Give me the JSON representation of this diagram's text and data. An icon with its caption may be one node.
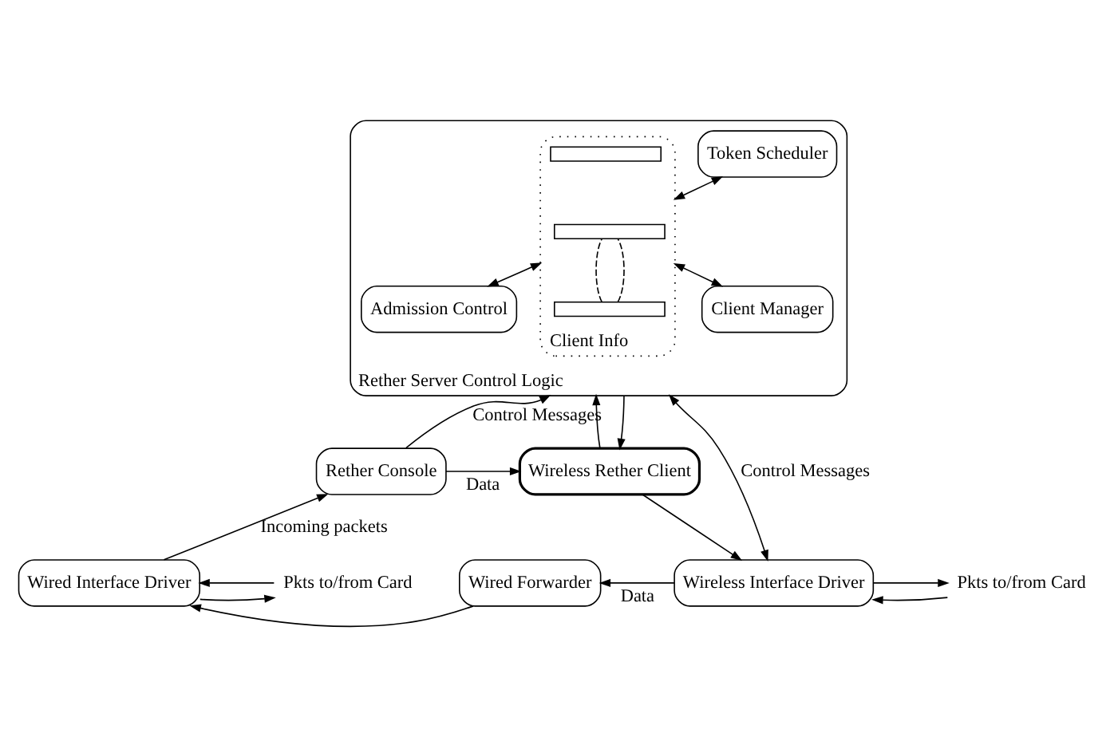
{
  "diagram": {
    "nodes": [
      {
        "text": [
          "Rether Server Control Logic"
        ]
      },
      {
        "text": [
          "Token Scheduler"
        ],
        "in": 0
      },
      {
        "text": [
          "Client Manager"
        ],
        "in": 0
      },
      {
        "text": [
          "Admission Control"
        ],
        "in": 0
      },
      {
        "text": [
          "Client Info"
        ],
        "in": 0
      },
      {
        "text": [],
        "shape": "bar",
        "in": 4
      },
      {
        "text": [],
        "shape": "bar",
        "in": 4
      },
      {
        "text": [],
        "shape": "bar",
        "in": 4
      },
      {
        "text": [
          "Rether Console"
        ]
      },
      {
        "text": [
          "Wireless Rether Client"
        ]
      },
      {
        "text": [
          "Wired Interface Driver"
        ]
      },
      {
        "text": [
          "Wired Forwarder"
        ]
      },
      {
        "text": [
          "Wireless Interface Driver"
        ]
      },
      {
        "text": [
          "Pkts to/from Card"
        ]
      },
      {
        "text": [
          "Pkts to/from Card"
        ]
      }
    ],
    "edges": [
      {
        "from": 2,
        "to": 4,
        "arrow": "both"
      },
      {
        "from": 3,
        "to": 4,
        "arrow": "both"
      },
      {
        "from": 4,
        "to": 1,
        "arrow": "both"
      },
      {
        "from": 6,
        "to": 7,
        "arrow": "none",
        "style": "dashed"
      },
      {
        "from": 6,
        "to": 7,
        "arrow": "none",
        "style": "dashed"
      },
      {
        "from": 8,
        "to": 0,
        "arrow": "to",
        "label": "Control Messages"
      },
      {
        "from": 9,
        "to": 0,
        "arrow": "to"
      },
      {
        "from": 0,
        "to": 9,
        "arrow": "to"
      },
      {
        "from": 8,
        "to": 9,
        "arrow": "to",
        "label": "Data"
      },
      {
        "from": 12,
        "to": 0,
        "arrow": "both",
        "label": "Control Messages"
      },
      {
        "from": 9,
        "to": 12,
        "arrow": "to"
      },
      {
        "from": 10,
        "to": 8,
        "arrow": "to",
        "label": "Incoming packets"
      },
      {
        "from": 11,
        "to": 10,
        "arrow": "to"
      },
      {
        "from": 12,
        "to": 11,
        "arrow": "to",
        "label": "Data"
      },
      {
        "from": 13,
        "to": 10,
        "arrow": "to"
      },
      {
        "from": 10,
        "to": 13,
        "arrow": "to"
      },
      {
        "from": 12,
        "to": 14,
        "arrow": "to"
      },
      {
        "from": 14,
        "to": 12,
        "arrow": "to"
      }
    ]
  }
}
